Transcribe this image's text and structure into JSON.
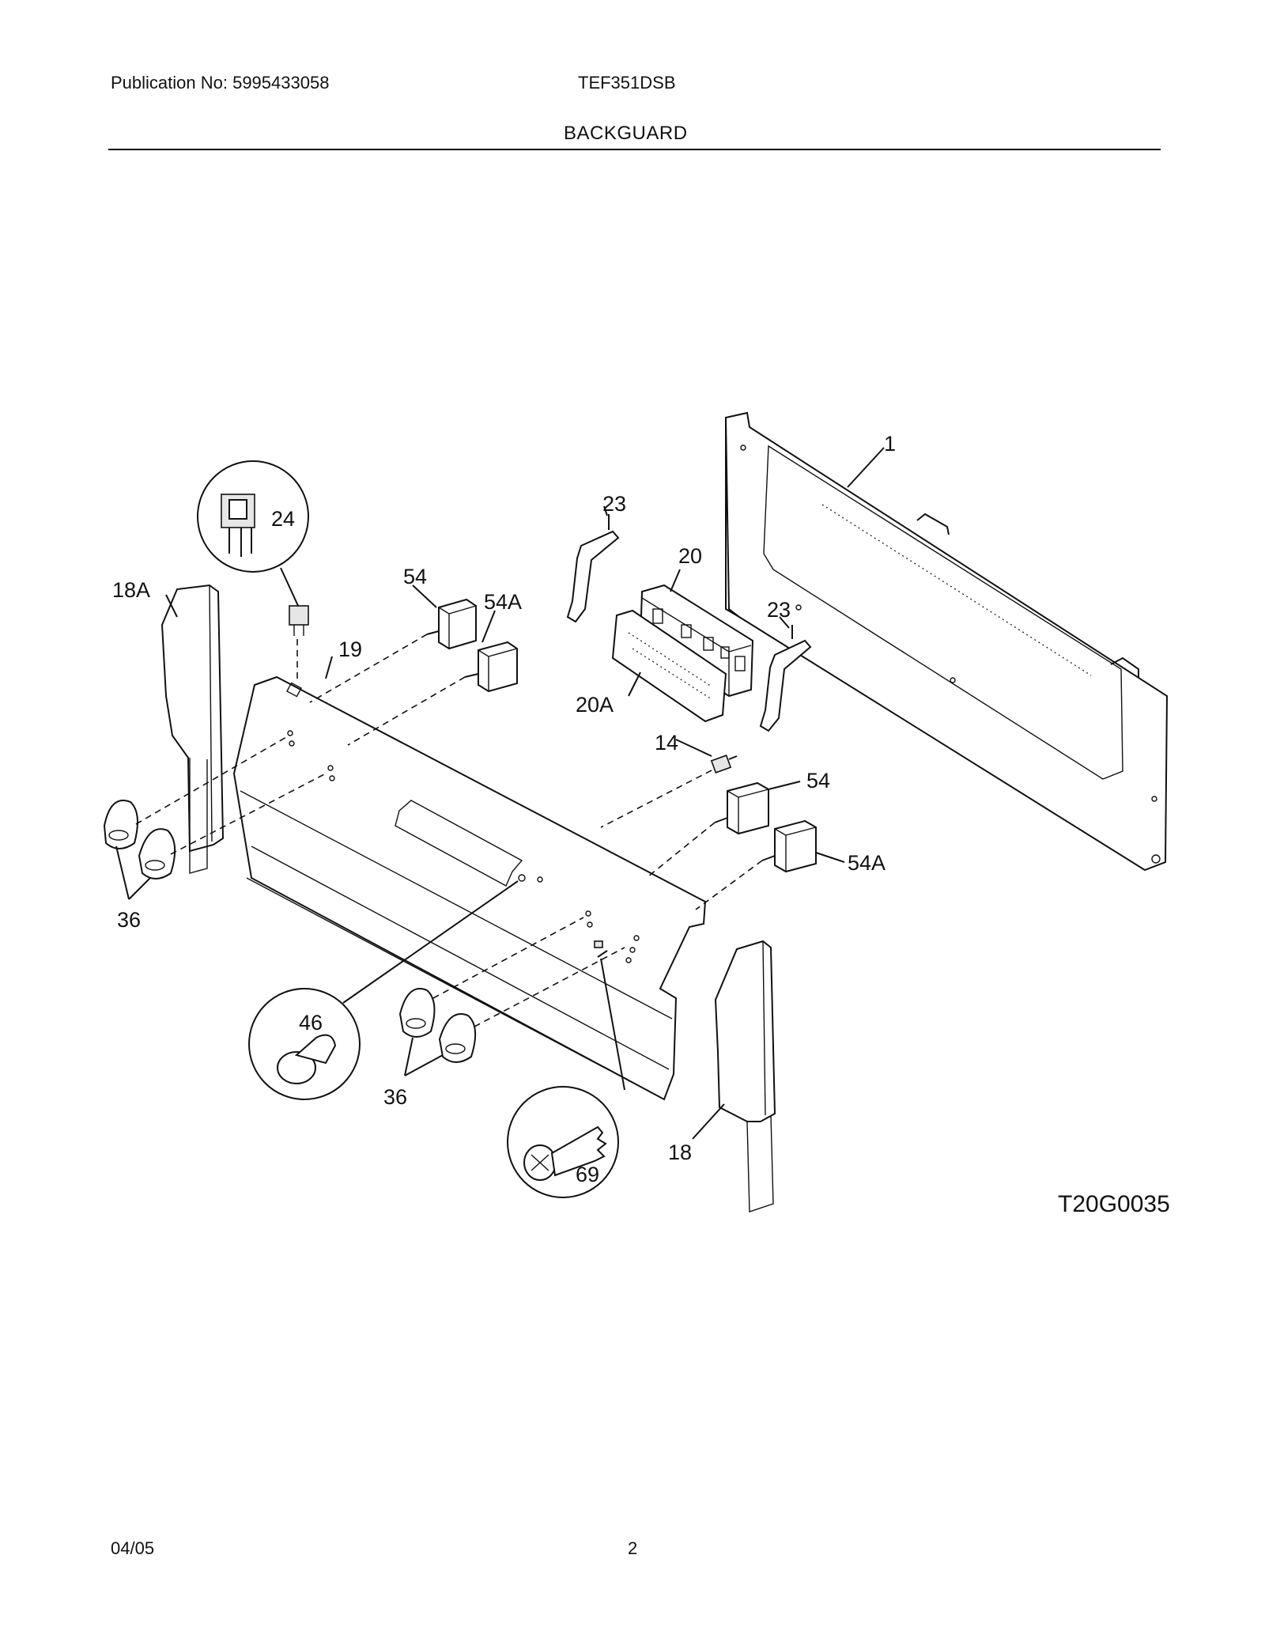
{
  "header": {
    "publication": "Publication No: 5995433058",
    "model": "TEF351DSB",
    "section": "BACKGUARD"
  },
  "diagram": {
    "callouts": {
      "c1": "1",
      "c14": "14",
      "c18": "18",
      "c18a": "18A",
      "c19": "19",
      "c20": "20",
      "c20a": "20A",
      "c23a": "23",
      "c23b": "23",
      "c24": "24",
      "c36a": "36",
      "c36b": "36",
      "c46": "46",
      "c54a": "54",
      "c54b": "54",
      "c54Aa": "54A",
      "c54Ab": "54A",
      "c69": "69"
    },
    "drawing_code": "T20G0035"
  },
  "footer": {
    "date": "04/05",
    "page": "2"
  }
}
